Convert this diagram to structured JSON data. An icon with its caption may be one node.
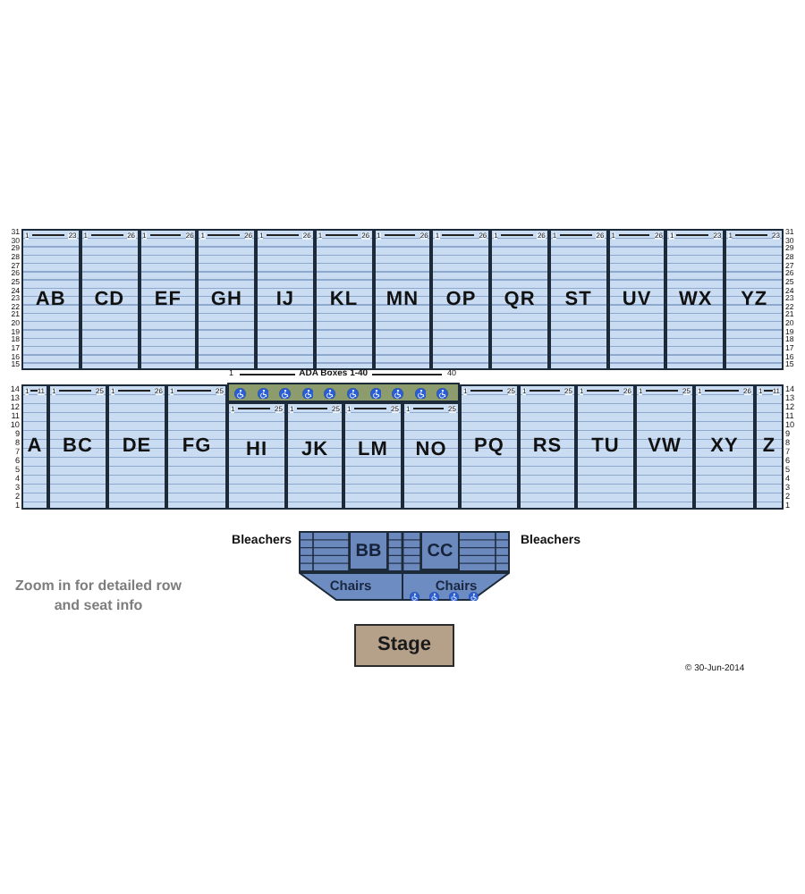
{
  "diagram": {
    "nodes": [
      {
        "text": [
          "1",
          "23",
          "AB"
        ]
      },
      {
        "text": [
          "1",
          "26",
          "CD"
        ]
      },
      {
        "text": [
          "1",
          "26",
          "EF"
        ]
      },
      {
        "text": [
          "1",
          "26",
          "GH"
        ]
      },
      {
        "text": [
          "1",
          "26",
          "IJ"
        ]
      },
      {
        "text": [
          "1",
          "26",
          "KL"
        ]
      },
      {
        "text": [
          "1",
          "26",
          "MN"
        ]
      },
      {
        "text": [
          "1",
          "26",
          "OP"
        ]
      },
      {
        "text": [
          "1",
          "26",
          "QR"
        ]
      },
      {
        "text": [
          "1",
          "26",
          "ST"
        ]
      },
      {
        "text": [
          "1",
          "26",
          "UV"
        ]
      },
      {
        "text": [
          "1",
          "23",
          "WX"
        ]
      },
      {
        "text": [
          "1",
          "23",
          "YZ"
        ]
      },
      {
        "text": [
          "1",
          "ADA Boxes 1-40",
          "40"
        ]
      },
      {
        "text": [
          "1",
          "11",
          "A"
        ]
      },
      {
        "text": [
          "1",
          "25",
          "BC"
        ]
      },
      {
        "text": [
          "1",
          "26",
          "DE"
        ]
      },
      {
        "text": [
          "1",
          "25",
          "FG"
        ]
      },
      {
        "text": [
          "1",
          "25",
          "HI"
        ]
      },
      {
        "text": [
          "1",
          "25",
          "JK"
        ]
      },
      {
        "text": [
          "1",
          "25",
          "LM"
        ]
      },
      {
        "text": [
          "1",
          "25",
          "NO"
        ]
      },
      {
        "text": [
          "1",
          "25",
          "PQ"
        ]
      },
      {
        "text": [
          "1",
          "25",
          "RS"
        ]
      },
      {
        "text": [
          "1",
          "26",
          "TU"
        ]
      },
      {
        "text": [
          "1",
          "25",
          "VW"
        ]
      },
      {
        "text": [
          "1",
          "26",
          "XY"
        ]
      },
      {
        "text": [
          "1",
          "11",
          "Z"
        ]
      },
      {
        "text": [
          "BB"
        ]
      },
      {
        "text": [
          "CC"
        ]
      },
      {
        "text": [
          "Chairs"
        ]
      },
      {
        "text": [
          "Chairs"
        ]
      },
      {
        "text": [
          "Stage"
        ]
      }
    ],
    "edges": [],
    "labels": [
      "31",
      "30",
      "29",
      "28",
      "27",
      "26",
      "25",
      "24",
      "23",
      "22",
      "21",
      "20",
      "19",
      "18",
      "17",
      "16",
      "15",
      "31",
      "30",
      "29",
      "28",
      "27",
      "26",
      "25",
      "24",
      "23",
      "22",
      "21",
      "20",
      "19",
      "18",
      "17",
      "16",
      "15",
      "14",
      "13",
      "12",
      "11",
      "10",
      "9",
      "8",
      "7",
      "6",
      "5",
      "4",
      "3",
      "2",
      "1",
      "14",
      "13",
      "12",
      "11",
      "10",
      "9",
      "8",
      "7",
      "6",
      "5",
      "4",
      "3",
      "2",
      "1",
      "Bleachers",
      "Bleachers",
      "Zoom in for detailed row and seat info",
      "© 30-Jun-2014"
    ]
  }
}
